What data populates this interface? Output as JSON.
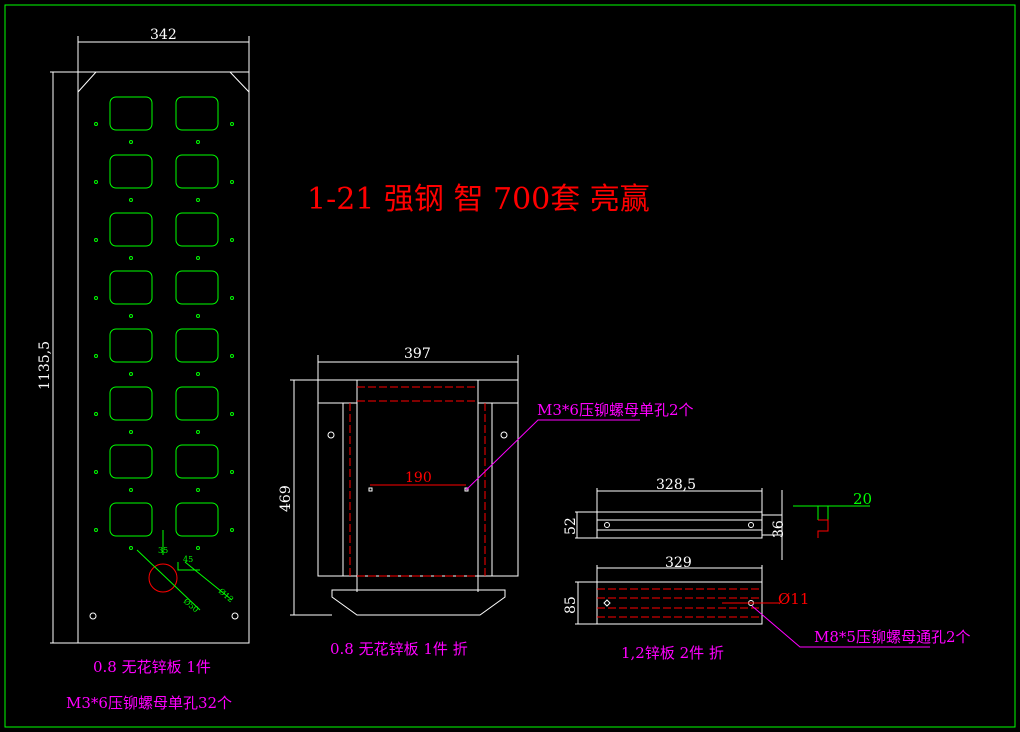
{
  "title": "1-21  强钢 智 700套 亮赢",
  "colors": {
    "background": "#000000",
    "frame": "#00ff00",
    "outline": "#ffffff",
    "hidden": "#ff0000",
    "note": "#ff00ff",
    "dim": "#00ff00"
  },
  "panel_left": {
    "dim_width": "342",
    "dim_height": "1135,5",
    "dim_small_1": "35",
    "dim_small_2": "45",
    "dim_dia_big": "Ø50",
    "dim_dia_small": "Ø12",
    "caption": "0.8 无花锌板 1件",
    "note": "M3*6压铆螺母单孔32个"
  },
  "panel_middle": {
    "dim_width": "397",
    "dim_height": "469",
    "dim_inner": "190",
    "note": "M3*6压铆螺母单孔2个",
    "caption": "0.8 无花锌板 1件 折"
  },
  "panel_right": {
    "dim_top_width": "328,5",
    "dim_top_height": "52",
    "dim_top_inner": "36",
    "dim_flange": "20",
    "dim_bottom_width": "329",
    "dim_bottom_height": "85",
    "dim_hole": "Ø11",
    "note": "M8*5压铆螺母通孔2个",
    "caption": "1,2锌板 2件 折"
  }
}
